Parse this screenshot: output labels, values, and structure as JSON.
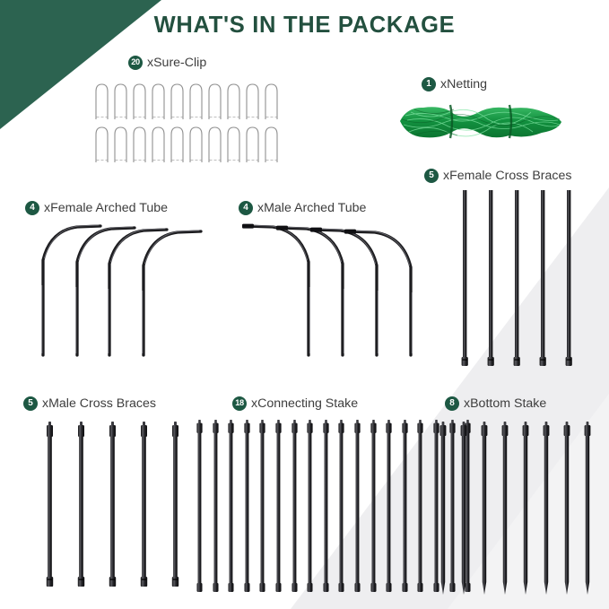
{
  "page": {
    "title": "WHAT'S IN THE PACKAGE",
    "accent_green": "#2c6350",
    "badge_green": "#1d5843",
    "title_color": "#23503f",
    "background": "#ffffff",
    "wedge_gray": "#eeeef0"
  },
  "sections": [
    {
      "key": "sure_clip",
      "count": "20",
      "separator": " x ",
      "name": "Sure-Clip",
      "label": "20 x Sure-Clip",
      "item_type": "clip-outline",
      "rows": 2,
      "per_row": 10,
      "total_items": 20,
      "color": "#8a8a8a"
    },
    {
      "key": "netting",
      "count": "1",
      "separator": " x ",
      "name": "Netting",
      "label": "1 x Netting",
      "item_type": "net-bundle",
      "total_items": 1,
      "color": "#18a24a"
    },
    {
      "key": "female_cross_braces",
      "count": "5",
      "separator": " x",
      "name": "Female Cross Braces",
      "label": "5 xFemale Cross Braces",
      "item_type": "rod-bottom-cap",
      "total_items": 5,
      "color": "#2b2b2e"
    },
    {
      "key": "female_arched_tube",
      "count": "4",
      "separator": " x ",
      "name": "Female Arched Tube",
      "label": "4 x Female Arched Tube",
      "item_type": "arch-right",
      "total_items": 4,
      "color": "#1f1f22"
    },
    {
      "key": "male_arched_tube",
      "count": "4",
      "separator": " x ",
      "name": "Male Arched Tube",
      "label": "4 x Male Arched Tube",
      "item_type": "arch-left",
      "total_items": 4,
      "color": "#1f1f22"
    },
    {
      "key": "male_cross_braces",
      "count": "5",
      "separator": " x",
      "name": "Male Cross Braces",
      "label": "5 xMale Cross Braces",
      "item_type": "rod-both-caps",
      "total_items": 5,
      "color": "#2b2b2e"
    },
    {
      "key": "connecting_stake",
      "count": "18",
      "separator": " x",
      "name": "Connecting Stake",
      "label": "18 xConnecting Stake",
      "item_type": "rod-both-caps",
      "total_items": 18,
      "color": "#2b2b2e"
    },
    {
      "key": "bottom_stake",
      "count": "8",
      "separator": " x ",
      "name": "Bottom Stake",
      "label": "8 x Bottom Stake",
      "item_type": "rod-pointed",
      "total_items": 8,
      "color": "#2b2b2e"
    }
  ]
}
